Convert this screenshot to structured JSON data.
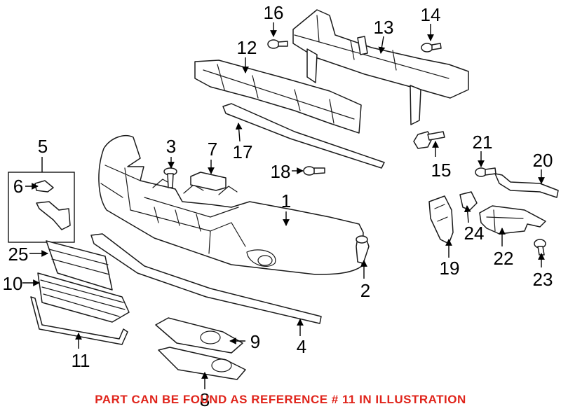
{
  "callouts": {
    "c1": "1",
    "c2": "2",
    "c3": "3",
    "c4": "4",
    "c5": "5",
    "c6": "6",
    "c7": "7",
    "c8": "8",
    "c9": "9",
    "c10": "10",
    "c11": "11",
    "c12": "12",
    "c13": "13",
    "c14": "14",
    "c15": "15",
    "c16": "16",
    "c17": "17",
    "c18": "18",
    "c19": "19",
    "c20": "20",
    "c21": "21",
    "c22": "22",
    "c23": "23",
    "c24": "24",
    "c25": "25"
  },
  "footer": {
    "note": "PART CAN BE FOUND AS REFERENCE # 11 IN ILLUSTRATION"
  },
  "colors": {
    "note_text": "#e0241b",
    "line_art": "#1a1a1a",
    "background": "#ffffff"
  }
}
